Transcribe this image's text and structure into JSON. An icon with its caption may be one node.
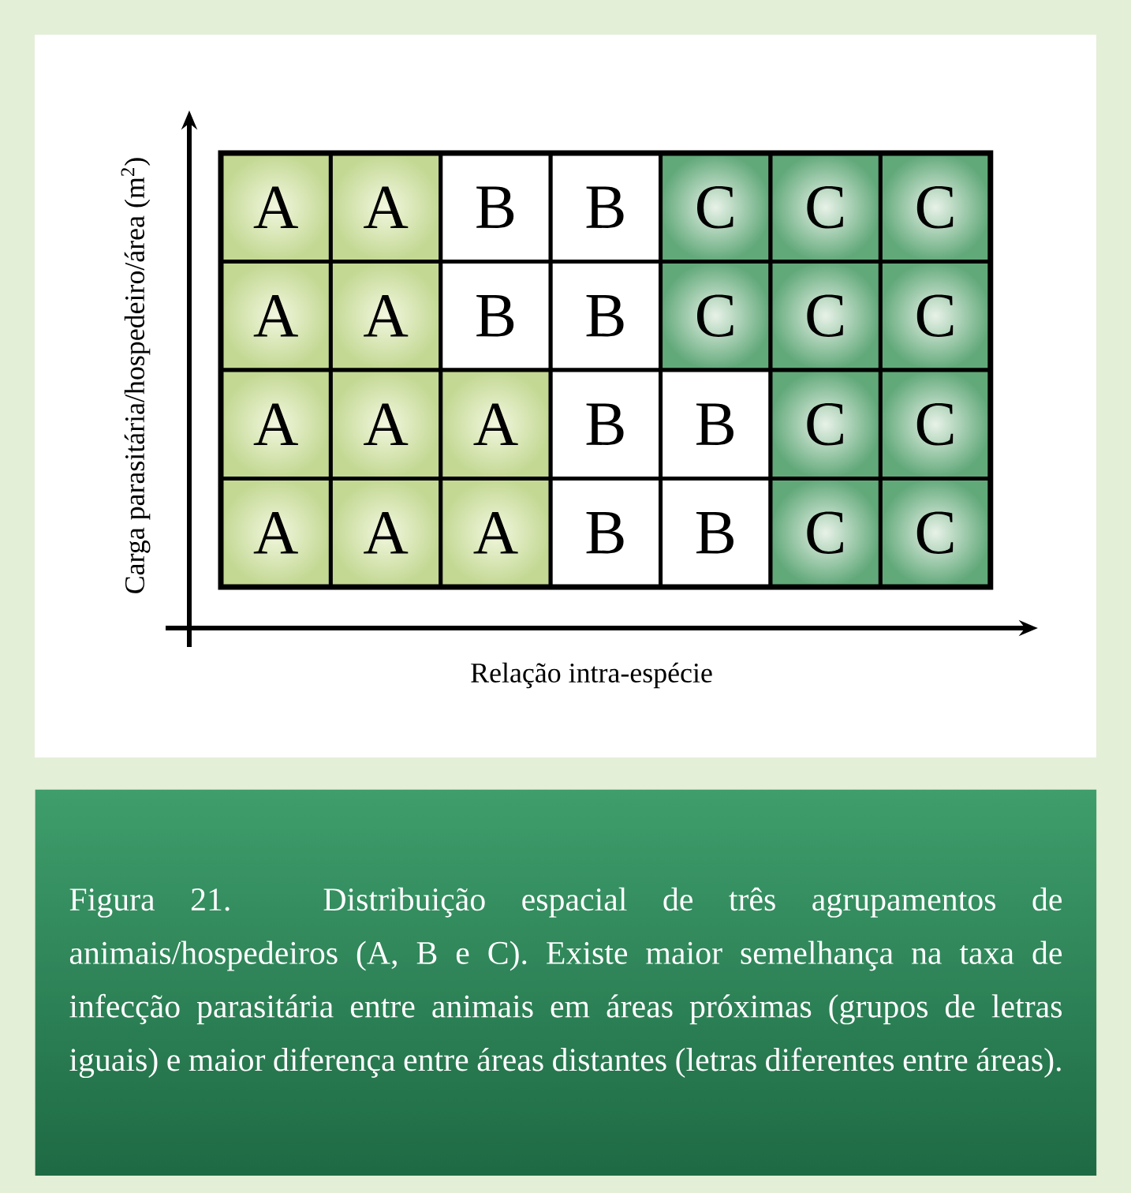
{
  "diagram": {
    "nodes": [
      {
        "text": [
          "A"
        ]
      },
      {
        "text": [
          "A"
        ]
      },
      {
        "text": [
          "B"
        ]
      },
      {
        "text": [
          "B"
        ]
      },
      {
        "text": [
          "C"
        ]
      },
      {
        "text": [
          "C"
        ]
      },
      {
        "text": [
          "C"
        ]
      },
      {
        "text": [
          "A"
        ]
      },
      {
        "text": [
          "A"
        ]
      },
      {
        "text": [
          "B"
        ]
      },
      {
        "text": [
          "B"
        ]
      },
      {
        "text": [
          "C"
        ]
      },
      {
        "text": [
          "C"
        ]
      },
      {
        "text": [
          "C"
        ]
      },
      {
        "text": [
          "A"
        ]
      },
      {
        "text": [
          "A"
        ]
      },
      {
        "text": [
          "A"
        ]
      },
      {
        "text": [
          "B"
        ]
      },
      {
        "text": [
          "B"
        ]
      },
      {
        "text": [
          "C"
        ]
      },
      {
        "text": [
          "C"
        ]
      },
      {
        "text": [
          "A"
        ]
      },
      {
        "text": [
          "A"
        ]
      },
      {
        "text": [
          "A"
        ]
      },
      {
        "text": [
          "B"
        ]
      },
      {
        "text": [
          "B"
        ]
      },
      {
        "text": [
          "C"
        ]
      },
      {
        "text": [
          "C"
        ]
      }
    ],
    "labels": [
      "Carga parasitária/hospedeiro/área (m$^{2}$)",
      "Relação intra-espécie"
    ],
    "caption": "Figura 21. Distribuição espacial de três agrupamentos de animais/hospedeiros (A, B e C). Existe maior semelhança na taxa de infecção parasitária entre animais em áreas próximas (grupos de letras iguais) e maior diferença entre áreas distantes (letras diferentes entre áreas)."
  }
}
